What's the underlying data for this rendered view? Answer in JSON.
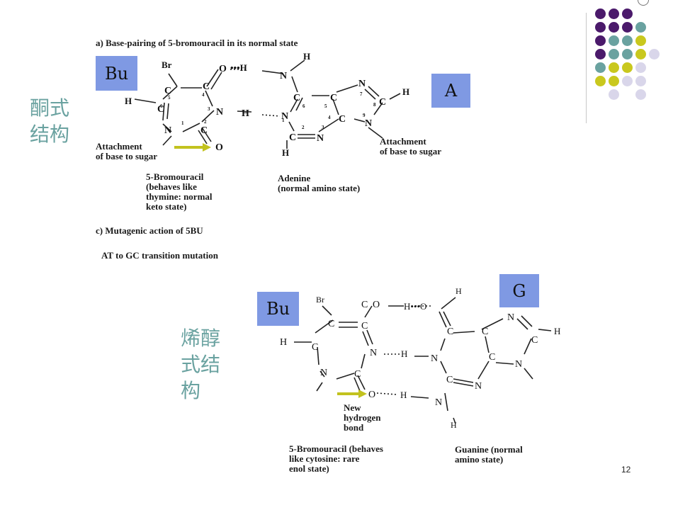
{
  "top": {
    "section_a": "a) Base-pairing of 5-bromouracil in its normal state",
    "section_c": "c) Mutagenic action of 5BU",
    "mutation": "AT to GC transition mutation",
    "bu_label": "Bu",
    "a_label": "A",
    "cn_label": "酮式\n结构",
    "attach_left": "Attachment\nof base to sugar",
    "attach_right": "Attachment\nof base to sugar",
    "bu_caption": "5-Bromouracil\n(behaves like\nthymine: normal\nketo state)",
    "adenine_caption": "Adenine\n(normal amino state)"
  },
  "bottom": {
    "bu_label": "Bu",
    "g_label": "G",
    "cn_label": "烯醇\n式结\n构",
    "new_bond": "New\nhydrogen\nbond",
    "bu_caption": "5-Bromouracil (behaves\nlike cytosine: rare\nenol state)",
    "guanine_caption": "Guanine (normal\namino state)"
  },
  "page_number": "12",
  "colors": {
    "label_box": "#7f99e3",
    "chinese_text": "#6aa2a0",
    "arrow": "#c2c21e",
    "dot_purple": "#4b1a6b",
    "dot_teal": "#6aa2a0",
    "dot_yellow": "#c9c81e",
    "dot_lavender": "#d9d6ea"
  },
  "decor_dots": [
    [
      "purple",
      "purple",
      "purple",
      null,
      null
    ],
    [
      "purple",
      "purple",
      "purple",
      "teal",
      null
    ],
    [
      "purple",
      "teal",
      "teal",
      "yellow",
      null
    ],
    [
      "purple",
      "teal",
      "teal",
      "yellow",
      "lavender"
    ],
    [
      "teal",
      "yellow",
      "yellow",
      "lavender",
      null
    ],
    [
      "yellow",
      "yellow",
      "lavender",
      "lavender",
      null
    ],
    [
      null,
      "lavender",
      null,
      "lavender",
      null
    ]
  ]
}
